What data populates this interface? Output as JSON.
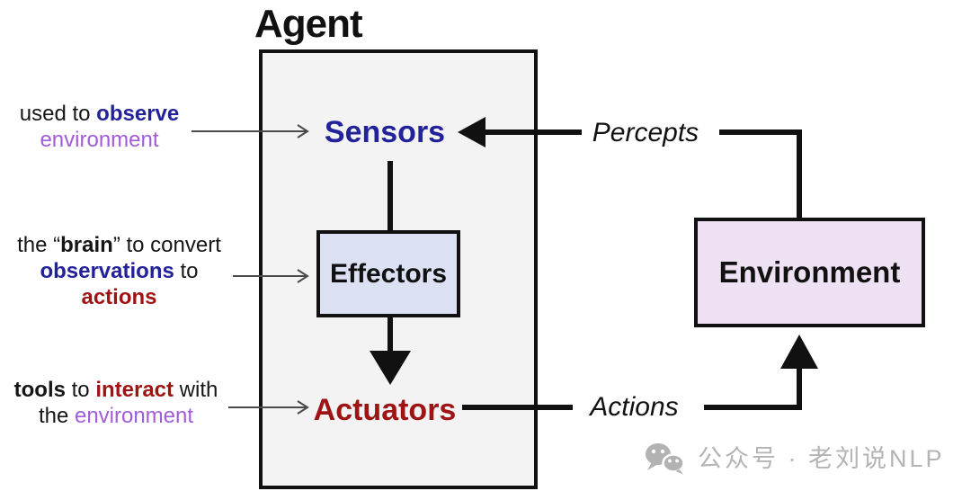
{
  "title": "Agent",
  "colors": {
    "navy": "#22229a",
    "darkred": "#9e1414",
    "purple": "#a35cd9",
    "box-border": "#111111",
    "agent-fill": "#f3f3f3",
    "effectors-fill": "#dce0f3",
    "environment-fill": "#eee1f3",
    "thin-arrow": "#4a4a4a",
    "watermark": "#b4b4b4"
  },
  "agent": {
    "sensors_label": "Sensors",
    "effectors_label": "Effectors",
    "actuators_label": "Actuators"
  },
  "environment": {
    "label": "Environment"
  },
  "flows": {
    "percepts_label": "Percepts",
    "actions_label": "Actions"
  },
  "annotations": {
    "sensors": {
      "l1a": "used to ",
      "l1b": "observe",
      "l2a": "environment"
    },
    "effectors": {
      "l1a": "the “",
      "l1b": "brain",
      "l1c": "” to convert",
      "l2a": "observations",
      "l2b": " to",
      "l3a": "actions"
    },
    "actuators": {
      "l1a": "tools",
      "l1b": " to ",
      "l1c": "interact",
      "l1d": " with",
      "l2a": "the ",
      "l2b": "environment"
    }
  },
  "watermark": {
    "icon": "wechat-icon",
    "text": "公众号 · 老刘说NLP"
  }
}
